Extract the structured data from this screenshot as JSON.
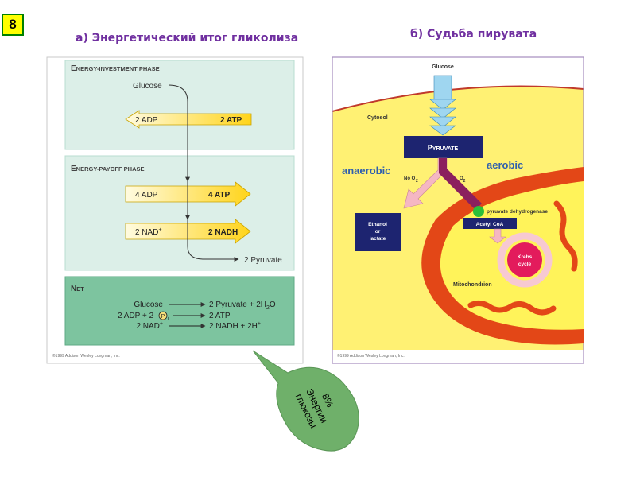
{
  "slide": {
    "number": "8"
  },
  "headings": {
    "left": "а) Энергетический итог гликолиза",
    "right": "б) Судьба пирувата"
  },
  "glycolysis": {
    "investment_phase": {
      "title_cap": "E",
      "title_rest": "NERGY-INVESTMENT PHASE",
      "start": "Glucose",
      "arrow_left": "2 ADP",
      "arrow_right": "2 ATP"
    },
    "payoff_phase": {
      "title_cap": "E",
      "title_rest": "NERGY-PAYOFF PHASE",
      "atp_left": "4 ADP",
      "atp_right": "4 ATP",
      "nad_left": "2 NAD",
      "nad_left_sup": "+",
      "nad_right": "2 NADH",
      "product": "2 Pyruvate"
    },
    "net": {
      "title_cap": "N",
      "title_rest": "ET",
      "row1_left": "Glucose",
      "row1_right": "2 Pyruvate + 2H",
      "row1_sub": "2",
      "row1_tail": "O",
      "row2_left": "2 ADP + 2",
      "row2_circle": "P",
      "row2_sub": "i",
      "row2_right": "2 ATP",
      "row3_left": "2 NAD",
      "row3_left_sup": "+",
      "row3_right": "2 NADH + 2H",
      "row3_right_sup": "+"
    },
    "copyright": "©1999 Addison Wesley Longman, Inc."
  },
  "pyruvate_fate": {
    "glucose": "Glucose",
    "cytosol": "Cytosol",
    "pyruvate_cap": "P",
    "pyruvate_rest": "YRUVATE",
    "anaerobic": "anaerobic",
    "aerobic": "aerobic",
    "no_o2": "No O",
    "o2": "O",
    "o2_sub": "2",
    "enzyme": "pyruvate dehydrogenase",
    "ethanol_line1": "Ethanol",
    "ethanol_line2": "or",
    "ethanol_line3": "lactate",
    "acetyl": "Acetyl CoA",
    "krebs_line1": "Krebs",
    "krebs_line2": "cycle",
    "mitochondrion": "Mitochondrion",
    "copyright": "©1999 Addison Wesley Longman, Inc."
  },
  "callout": {
    "line1": "8%",
    "line2": "Энергии",
    "line3": "глюкозы"
  }
}
